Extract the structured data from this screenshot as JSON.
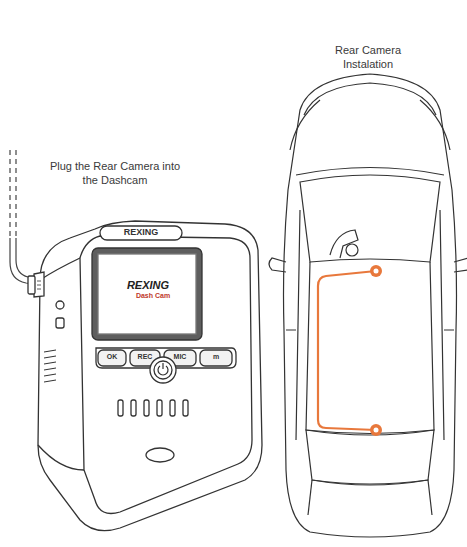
{
  "diagram": {
    "labels": [
      "Plug the Rear Camera into the Dashcam",
      "Rear Camera Instalation",
      "REXING",
      "REXING",
      "Dash Cam",
      "OK",
      "REC",
      "MIC",
      "m"
    ]
  }
}
